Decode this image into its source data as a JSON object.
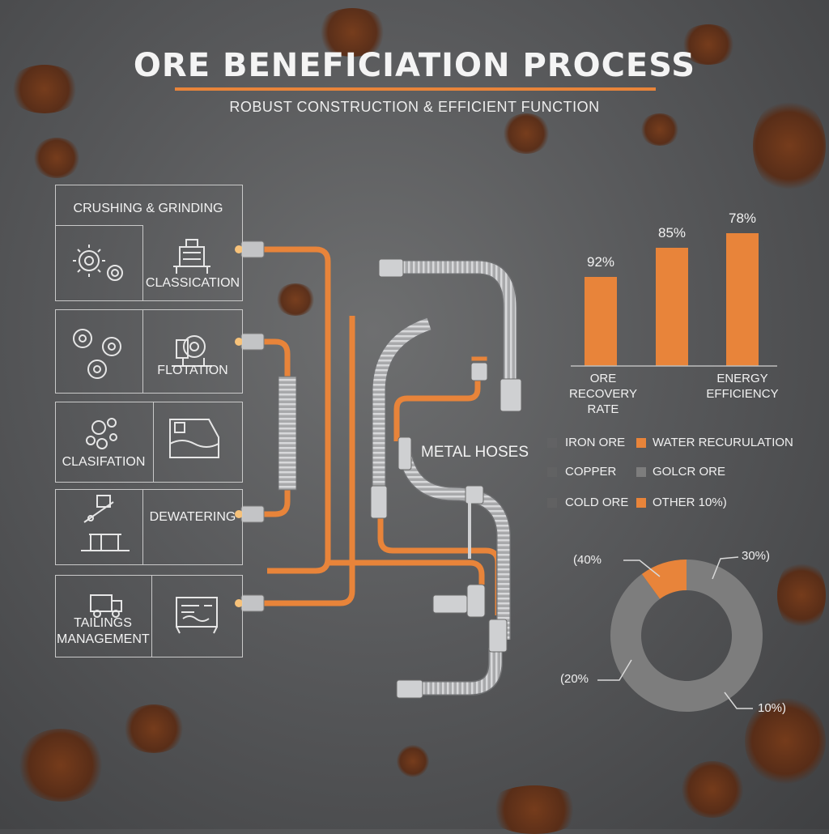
{
  "header": {
    "title": "ORE BENEFICIATION PROCESS",
    "subtitle": "ROBUST CONSTRUCTION & EFFICIENT FUNCTION"
  },
  "stages": {
    "crushing": "CRUSHING & GRINDING",
    "classication": "CLASSICATION",
    "flotation": "FLOTATION",
    "clasifation": "CLASIFATION",
    "dewatering": "DEWATERING",
    "tailings": "TAILINGS\nMANAGEMENT"
  },
  "hoses": {
    "label": "METAL HOSES"
  },
  "colors": {
    "accent": "#e8843a",
    "grey": "#7d7d7d",
    "rust": "#6b3115"
  },
  "icons": [
    "gears-icon",
    "machine-icon",
    "crusher-icon",
    "bubbles-icon",
    "tank-icon",
    "conveyor-icon",
    "truck-icon",
    "control-panel-icon"
  ],
  "chart_data": [
    {
      "type": "bar",
      "categories": [
        "ORE RECOVERY RATE",
        "",
        "ENERGY EFFICIENCY"
      ],
      "values": [
        92,
        85,
        78
      ],
      "value_labels": [
        "92%",
        "85%",
        "78%"
      ],
      "color": "#e8843a"
    },
    {
      "type": "pie",
      "legend": [
        {
          "label": "IRON ORE",
          "color": "#6a6a6a"
        },
        {
          "label": "WATER RECURULATION",
          "color": "#e8843a"
        },
        {
          "label": "COPPER",
          "color": "#6a6a6a"
        },
        {
          "label": "GOLCR ORE",
          "color": "#7d7d7d"
        },
        {
          "label": "COLD ORE",
          "color": "#6a6a6a"
        },
        {
          "label": "OTHER 10%)",
          "color": "#e8843a"
        }
      ],
      "slices": [
        {
          "value": 10,
          "color": "#e8843a"
        },
        {
          "value": 90,
          "color": "#7d7d7d"
        }
      ],
      "slice_labels": [
        "(40%",
        "30%)",
        "(20%",
        "10%)"
      ]
    }
  ]
}
